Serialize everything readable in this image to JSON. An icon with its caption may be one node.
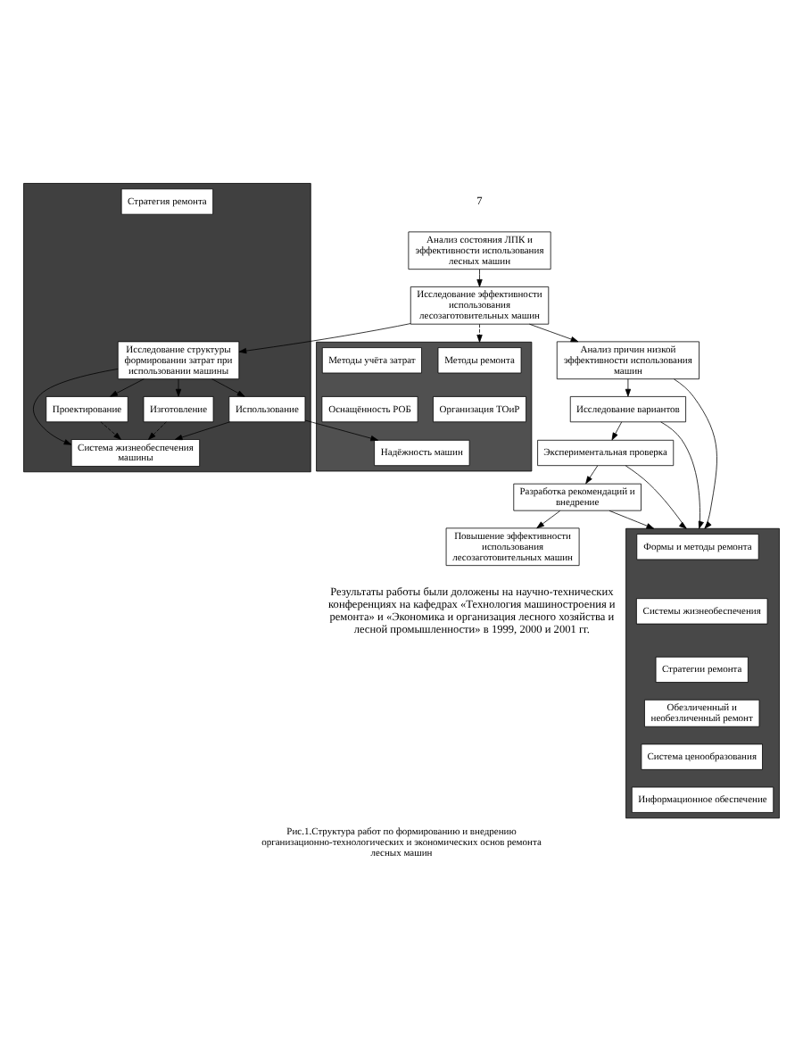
{
  "diagram": {
    "caption": "Рис.1.Структура работ по формированию и внедрению организационно-технологических и экономических основ ремонта лесных машин",
    "nodes": [
      {
        "text": [
          "Анализ состояния ЛПК и эффективности использования лесных машин"
        ]
      },
      {
        "text": [
          "Исследование эффективности использования лесозаготовительных машин"
        ]
      },
      {
        "text": [],
        "shape": "box"
      },
      {
        "text": [
          "Методы ремонта"
        ],
        "in": 2
      },
      {
        "text": [
          "Методы учёта затрат"
        ],
        "in": 2
      },
      {
        "text": [
          "Организация ТОиР"
        ],
        "in": 2
      },
      {
        "text": [
          "Оснащённость РОБ"
        ],
        "in": 2
      },
      {
        "text": [
          "Надёжность машин"
        ],
        "in": 2
      },
      {
        "text": [],
        "shape": "box"
      },
      {
        "text": [
          "Исследование структуры формировании затрат при использовании машины"
        ],
        "in": 8
      },
      {
        "text": [
          "Система жизнеобеспечения машины"
        ],
        "in": 8
      },
      {
        "text": [
          "Проектирование"
        ],
        "in": 8
      },
      {
        "text": [
          "Изготовление"
        ],
        "in": 8
      },
      {
        "text": [
          "Использование"
        ],
        "in": 8
      },
      {
        "text": [
          "Стратегия ремонта"
        ],
        "in": 8
      },
      {
        "text": [
          "Анализ причин низкой эффективности использования машин"
        ]
      },
      {
        "text": [
          "Исследование вариантов"
        ]
      },
      {
        "text": [
          "Экспериментальная проверка"
        ]
      },
      {
        "text": [
          "Разработка рекомендаций и внедрение"
        ]
      },
      {
        "text": [],
        "shape": "box"
      },
      {
        "text": [
          "Формы и методы ремонта"
        ],
        "in": 19
      },
      {
        "text": [
          "Системы жизнеобеспечения"
        ],
        "in": 19
      },
      {
        "text": [
          "Стратегии ремонта"
        ],
        "in": 19
      },
      {
        "text": [
          "Обезличенный и необезличенный ремонт"
        ],
        "in": 19
      },
      {
        "text": [
          "Система ценообразования"
        ],
        "in": 19
      },
      {
        "text": [
          "Информационное обеспечение"
        ],
        "in": 19
      },
      {
        "text": [
          "Повышение эффективности использования лесозаготовительных машин"
        ]
      }
    ],
    "edges": [
      {
        "from": 0,
        "to": 1,
        "arrow": "to"
      },
      {
        "from": 1,
        "to": 9,
        "arrow": "to"
      },
      {
        "from": 1,
        "to": 2,
        "arrow": "to",
        "style": "dashed"
      },
      {
        "from": 9,
        "to": 10,
        "arrow": "to"
      },
      {
        "from": 9,
        "to": 11,
        "arrow": "to"
      },
      {
        "from": 9,
        "to": 12,
        "arrow": "to"
      },
      {
        "from": 9,
        "to": 13,
        "arrow": "to"
      },
      {
        "from": 11,
        "to": 10,
        "arrow": "to",
        "style": "dashed"
      },
      {
        "from": 12,
        "to": 10,
        "arrow": "to",
        "style": "dashed"
      },
      {
        "from": 13,
        "to": 10,
        "arrow": "to"
      },
      {
        "from": 13,
        "to": 7,
        "arrow": "to"
      },
      {
        "from": 1,
        "to": 15,
        "arrow": "to"
      },
      {
        "from": 15,
        "to": 16,
        "arrow": "to"
      },
      {
        "from": 16,
        "to": 17,
        "arrow": "to"
      },
      {
        "from": 17,
        "to": 18,
        "arrow": "to"
      },
      {
        "from": 18,
        "to": 26,
        "arrow": "to"
      },
      {
        "from": 15,
        "to": 19,
        "arrow": "to"
      },
      {
        "from": 16,
        "to": 19,
        "arrow": "to"
      },
      {
        "from": 17,
        "to": 19,
        "arrow": "to"
      },
      {
        "from": 18,
        "to": 19,
        "arrow": "to"
      }
    ],
    "labels": [
      "7",
      "Результаты работы были доложены на научно-технических конференциях на кафедрах «Технология машиностроения и ремонта» и «Экономика и организация лесного хозяйства и лесной промышленности» в 1999, 2000 и 2001 гг."
    ]
  }
}
